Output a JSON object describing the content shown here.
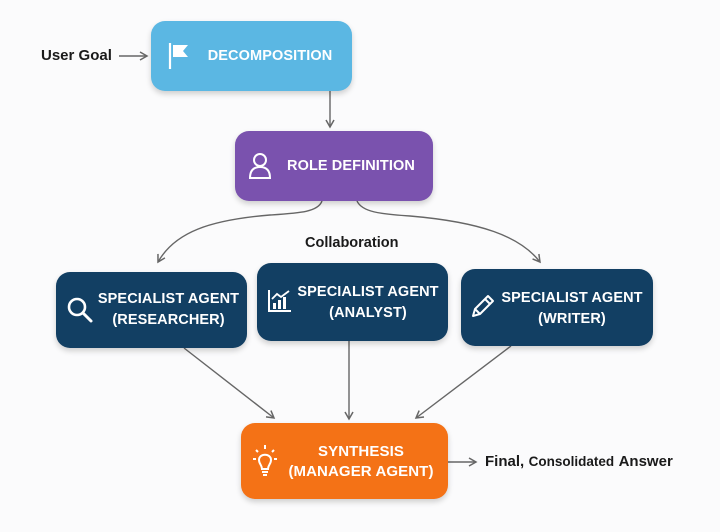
{
  "diagram": {
    "input_label": "User Goal",
    "output_label_parts": [
      "Final,",
      "Consolidated",
      "Answer"
    ],
    "edge_label": "Collaboration",
    "nodes": {
      "decomposition": {
        "lines": [
          "DECOMPOSITION"
        ],
        "icon": "flag-icon",
        "color": "#5bb7e3"
      },
      "role_definition": {
        "lines": [
          "ROLE DEFINITION"
        ],
        "icon": "user-icon",
        "color": "#7a52ae"
      },
      "researcher": {
        "lines": [
          "SPECIALIST AGENT",
          "(RESEARCHER)"
        ],
        "icon": "search-icon",
        "color": "#123f63"
      },
      "analyst": {
        "lines": [
          "SPECIALIST AGENT",
          "(ANALYST)"
        ],
        "icon": "chart-icon",
        "color": "#123f63"
      },
      "writer": {
        "lines": [
          "SPECIALIST AGENT",
          "(WRITER)"
        ],
        "icon": "pencil-icon",
        "color": "#123f63"
      },
      "synthesis": {
        "lines": [
          "SYNTHESIS",
          "(MANAGER AGENT)"
        ],
        "icon": "lightbulb-icon",
        "color": "#f47216"
      }
    },
    "edges": [
      {
        "from": "User Goal",
        "to": "decomposition"
      },
      {
        "from": "decomposition",
        "to": "role_definition"
      },
      {
        "from": "role_definition",
        "to": "researcher"
      },
      {
        "from": "role_definition",
        "to": "writer"
      },
      {
        "from": "researcher",
        "to": "synthesis"
      },
      {
        "from": "analyst",
        "to": "synthesis"
      },
      {
        "from": "writer",
        "to": "synthesis"
      },
      {
        "from": "synthesis",
        "to": "Final, Consolidated Answer"
      }
    ]
  }
}
